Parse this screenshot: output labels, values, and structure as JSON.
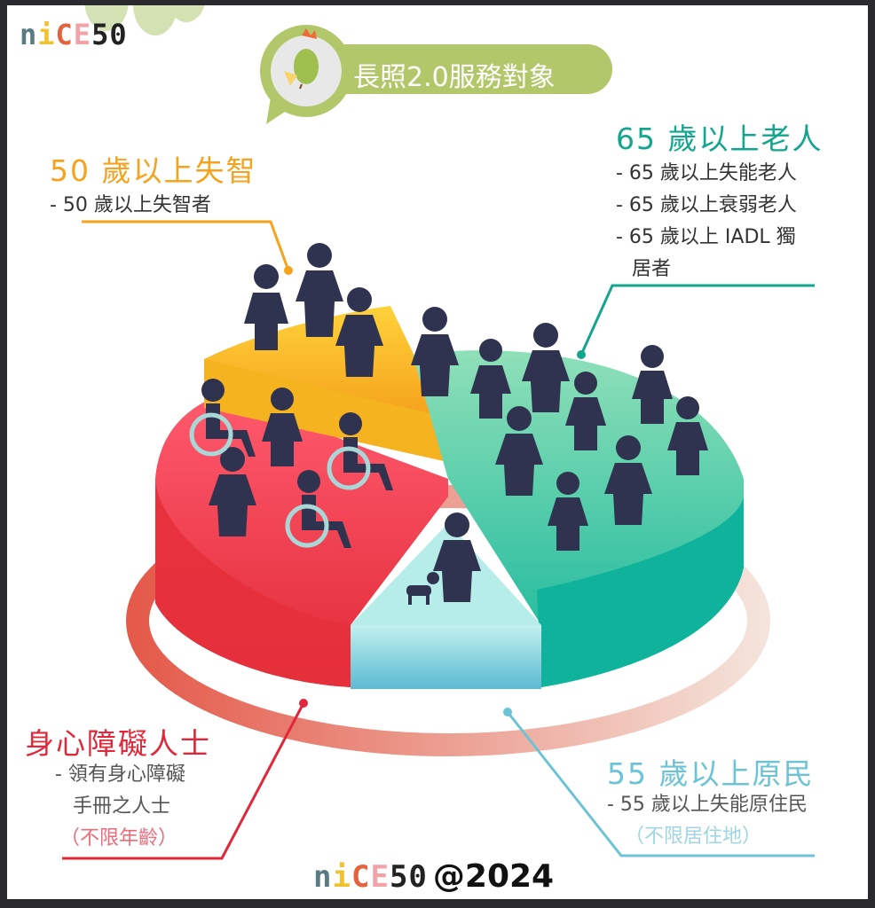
{
  "logo": {
    "letters": [
      "n",
      "i",
      "C",
      "E",
      "5",
      "0"
    ]
  },
  "badge": {
    "title": "長照2.0服務對象"
  },
  "groups": {
    "dementia": {
      "title": "50 歲以上失智",
      "items": [
        "- 50 歲以上失智者"
      ],
      "color": "#f5a21c"
    },
    "elderly": {
      "title": "65 歲以上老人",
      "items": [
        "- 65 歲以上失能老人",
        "- 65 歲以上衰弱老人",
        "- 65 歲以上 IADL 獨",
        "居者"
      ],
      "color": "#13a58e"
    },
    "disability": {
      "title": "身心障礙人士",
      "items": [
        "- 領有身心障礙",
        "手冊之人士"
      ],
      "note": "（不限年齡）",
      "color": "#e0283a"
    },
    "indigenous": {
      "title": "55 歲以上原民",
      "items": [
        "- 55 歲以上失能原住民"
      ],
      "note": "（不限居住地）",
      "color": "#6cc3d5"
    }
  },
  "footer": {
    "copyright": "@2024"
  }
}
